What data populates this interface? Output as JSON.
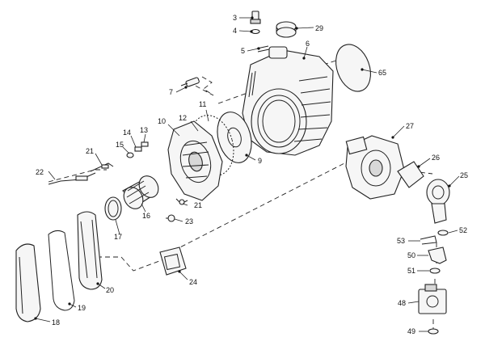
{
  "title": "",
  "callouts": [
    {
      "id": "c3",
      "text": "3"
    },
    {
      "id": "c4",
      "text": "4"
    },
    {
      "id": "c5",
      "text": "5"
    },
    {
      "id": "c6",
      "text": "6"
    },
    {
      "id": "c7",
      "text": "7"
    },
    {
      "id": "c9",
      "text": "9"
    },
    {
      "id": "c10",
      "text": "10"
    },
    {
      "id": "c11",
      "text": "11"
    },
    {
      "id": "c12",
      "text": "12"
    },
    {
      "id": "c13",
      "text": "13"
    },
    {
      "id": "c14",
      "text": "14"
    },
    {
      "id": "c15",
      "text": "15"
    },
    {
      "id": "c16",
      "text": "16"
    },
    {
      "id": "c17",
      "text": "17"
    },
    {
      "id": "c18",
      "text": "18"
    },
    {
      "id": "c19",
      "text": "19"
    },
    {
      "id": "c20",
      "text": "20"
    },
    {
      "id": "c21a",
      "text": "21"
    },
    {
      "id": "c21b",
      "text": "21"
    },
    {
      "id": "c22",
      "text": "22"
    },
    {
      "id": "c23",
      "text": "23"
    },
    {
      "id": "c24",
      "text": "24"
    },
    {
      "id": "c25",
      "text": "25"
    },
    {
      "id": "c26",
      "text": "26"
    },
    {
      "id": "c27",
      "text": "27"
    },
    {
      "id": "c29",
      "text": "29"
    },
    {
      "id": "c48",
      "text": "48"
    },
    {
      "id": "c49",
      "text": "49"
    },
    {
      "id": "c50",
      "text": "50"
    },
    {
      "id": "c51",
      "text": "51"
    },
    {
      "id": "c52",
      "text": "52"
    },
    {
      "id": "c53",
      "text": "53"
    },
    {
      "id": "c65",
      "text": "65"
    }
  ]
}
